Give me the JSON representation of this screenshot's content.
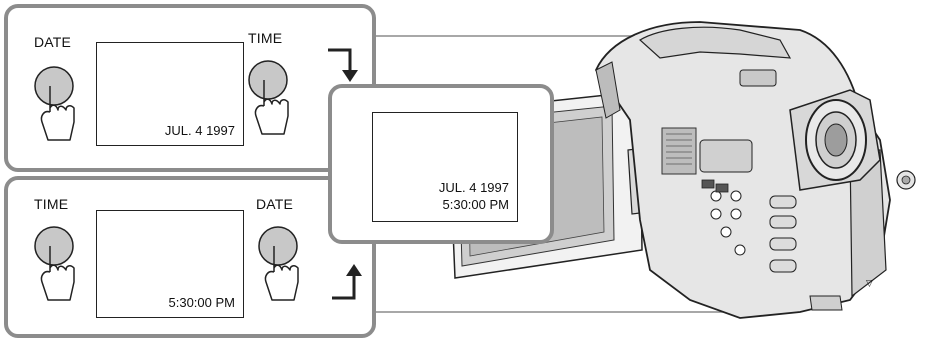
{
  "top_panel": {
    "left_button": "DATE",
    "right_button": "TIME",
    "screen_text": "JUL. 4  1997"
  },
  "bottom_panel": {
    "left_button": "TIME",
    "right_button": "DATE",
    "screen_text": "5:30:00 PM"
  },
  "result_panel": {
    "line1": "JUL. 4  1997",
    "line2": "5:30:00 PM"
  },
  "icons": [
    "hand-press-icon",
    "arrow-down-icon",
    "arrow-up-icon",
    "camcorder-illustration"
  ]
}
